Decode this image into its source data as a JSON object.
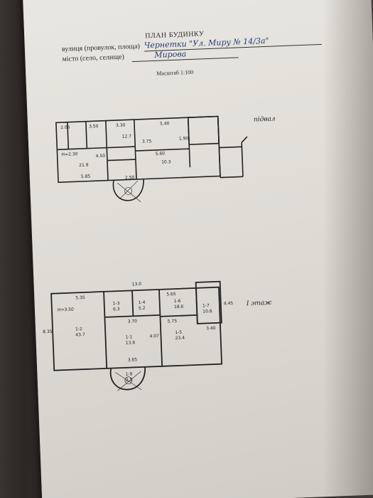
{
  "header": {
    "title": "ПЛАН БУДИНКУ",
    "street_label": "вулиця (провулок, площа)",
    "street_value": "Чернетки \"Ул. Миру № 14/3а\"",
    "city_label": "місто (село, селище)",
    "city_value": "Мирова",
    "scale": "Масштаб  1:100"
  },
  "basement": {
    "name": "підвал",
    "labels": [
      "2.05",
      "3.50",
      "3.30",
      "5.40",
      "1.90",
      "3.75",
      "4.50",
      "H=2.30",
      "21.9",
      "10.3",
      "5.85",
      "2.50",
      "5.60",
      "12.7"
    ]
  },
  "first_floor": {
    "name": "I этаж",
    "labels": [
      "13.0",
      "5.35",
      "5.65",
      "1-6",
      "18.6",
      "1-2",
      "43.7",
      "H=3.50",
      "1-3",
      "6.3",
      "1-4",
      "5.2",
      "1-1",
      "13.6",
      "5.75",
      "1-5",
      "23.4",
      "1-7",
      "10.6",
      "3.40",
      "3.65",
      "8.35",
      "4.45",
      "3.70",
      "4.07",
      "1-9",
      "2.5"
    ]
  }
}
